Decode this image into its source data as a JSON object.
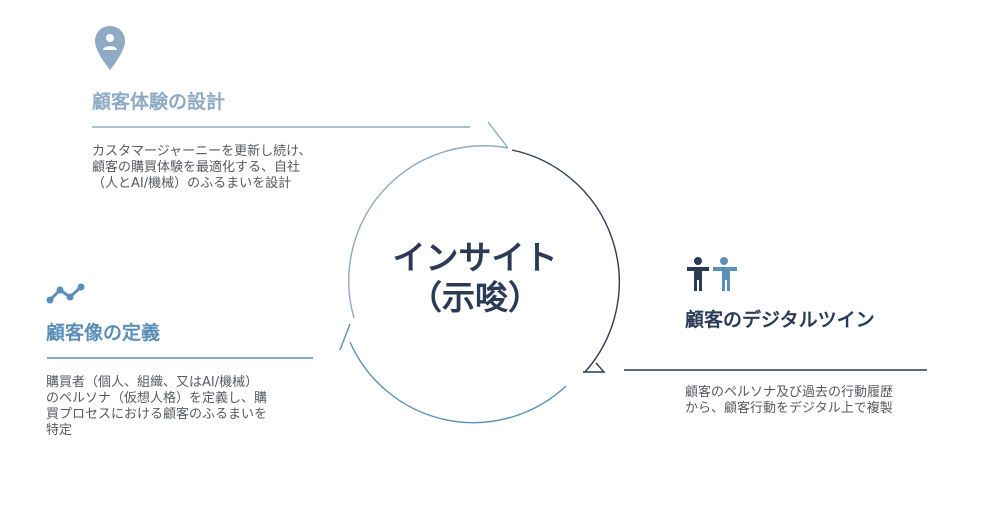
{
  "center": {
    "line1": "インサイト",
    "line2": "（示唆）"
  },
  "sections": {
    "design": {
      "title": "顧客体験の設計",
      "desc": [
        "カスタマージャーニーを更新し続け、",
        "顧客の購買体験を最適化する、自社",
        "（人とAI/機械）のふるまいを設計"
      ],
      "icon": "location-pin-person-icon"
    },
    "definition": {
      "title": "顧客像の定義",
      "desc": [
        "購買者（個人、組織、又はAI/機械）",
        "のペルソナ（仮想人格）を定義し、購",
        "買プロセスにおける顧客のふるまいを",
        "特定"
      ],
      "icon": "line-chart-icon"
    },
    "twin": {
      "title": "顧客のデジタルツイン",
      "desc": [
        "顧客のペルソナ及び過去の行動履歴",
        "から、顧客行動をデジタル上で複製"
      ],
      "icon": "two-people-icon"
    }
  },
  "colors": {
    "design": "#8faac5",
    "definition": "#5b8fb8",
    "twin": "#2b3a55",
    "body_text": "#555a62"
  }
}
